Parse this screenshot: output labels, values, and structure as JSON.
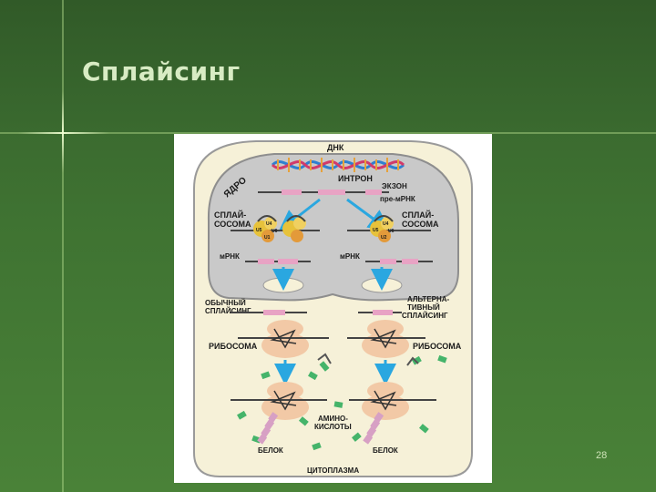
{
  "slide": {
    "title": "Сплайсинг",
    "page_number": "28"
  },
  "diagram": {
    "dna": "ДНК",
    "intron": "ИНТРОН",
    "exon": "ЭКЗОН",
    "pre_mrna": "пре-мРНК",
    "nucleus": "ЯДРО",
    "spliceosome_left": [
      "СПЛАЙ-",
      "СОСОМА"
    ],
    "spliceosome_right": [
      "СПЛАЙ-",
      "СОСОМА"
    ],
    "mrna_left": "мРНК",
    "mrna_right": "мРНК",
    "normal_splicing": [
      "ОБЫЧНЫЙ",
      "СПЛАЙСИНГ"
    ],
    "alt_splicing": [
      "АЛЬТЕРНА-",
      "ТИВНЫЙ",
      "СПЛАЙСИНГ"
    ],
    "ribosome_left": "РИБОСОМА",
    "ribosome_right": "РИБОСОМА",
    "amino_acids": [
      "АМИНО-",
      "КИСЛОТЫ"
    ],
    "protein_left": "БЕЛОК",
    "protein_right": "БЕЛОК",
    "cytoplasm": "ЦИТОПЛАЗМА",
    "snrnp": [
      "U4",
      "U6",
      "U5",
      "U1",
      "U2"
    ],
    "colors": {
      "cytoplasm": "#f6f1d8",
      "nucleus": "#c9c9c9",
      "ribosome": "#f2c9a6",
      "arrow": "#2aa7e0",
      "amino": "#45b46a",
      "protein": "#d7a0c4"
    }
  }
}
